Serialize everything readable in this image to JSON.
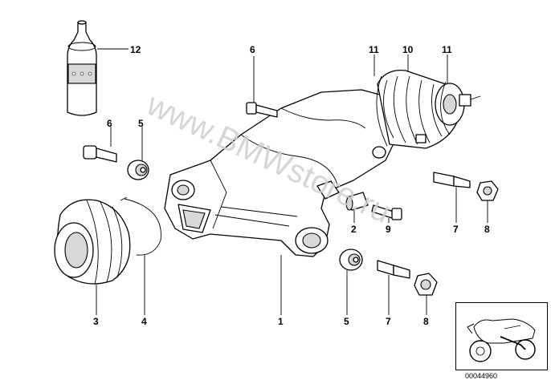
{
  "watermark": "www.BMWstore.ru",
  "diagram_id": "00044960",
  "callouts": [
    "12",
    "6",
    "5",
    "11",
    "10",
    "11",
    "6",
    "2",
    "9",
    "7",
    "8",
    "3",
    "4",
    "1",
    "5",
    "7",
    "8"
  ]
}
